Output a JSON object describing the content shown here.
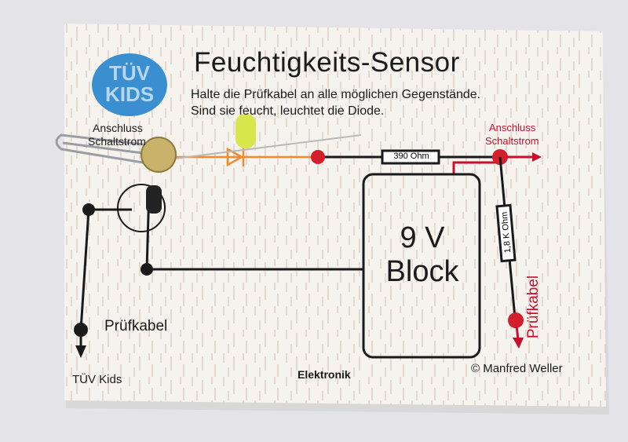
{
  "board": {
    "title": "Feuchtigkeits-Sensor",
    "instructions": [
      "Halte die Prüfkabel an alle möglichen Gegenstände.",
      "Sind sie feucht, leuchtet die Diode."
    ],
    "logo_text": "TÜV KIDS",
    "left_connector": [
      "Anschluss",
      "Schaltstrom"
    ],
    "right_connector": [
      "Anschluss",
      "Schaltstrom"
    ],
    "resistor_1": "390 Ohm",
    "resistor_2": "1,8 K Ohm",
    "battery": [
      "9 V",
      "Block"
    ],
    "probe_left": "Prüfkabel",
    "probe_right": "Prüfkabel",
    "footer_left": "TÜV Kids",
    "footer_center": "Elektronik",
    "footer_right": "© Manfred Weller"
  },
  "colors": {
    "wire": "#1a1a1a",
    "accent_red": "#c8102e",
    "led_path": "#f08a2a",
    "logo_blue": "#3a8fd0"
  }
}
